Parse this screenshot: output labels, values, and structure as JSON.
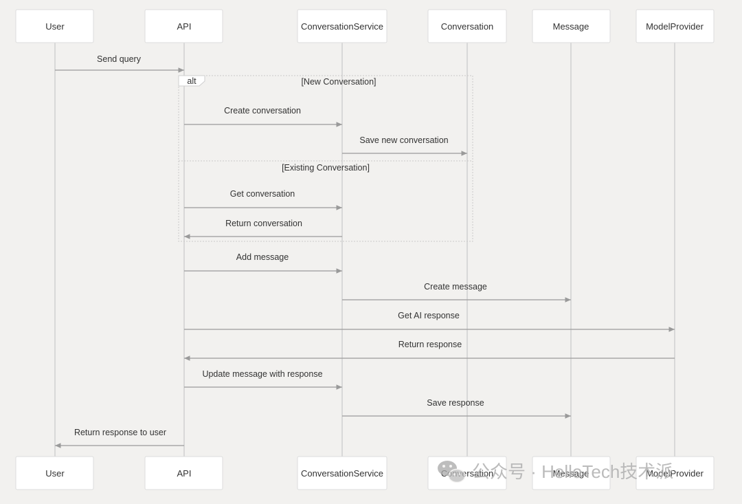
{
  "diagram": {
    "participants": [
      {
        "id": "user",
        "label": "User"
      },
      {
        "id": "api",
        "label": "API"
      },
      {
        "id": "service",
        "label": "ConversationService"
      },
      {
        "id": "conversation",
        "label": "Conversation"
      },
      {
        "id": "message",
        "label": "Message"
      },
      {
        "id": "provider",
        "label": "ModelProvider"
      }
    ],
    "messages": [
      {
        "from": "user",
        "to": "api",
        "label": "Send query"
      },
      {
        "from": "api",
        "to": "service",
        "label": "Create conversation"
      },
      {
        "from": "service",
        "to": "conversation",
        "label": "Save new conversation"
      },
      {
        "from": "api",
        "to": "service",
        "label": "Get conversation"
      },
      {
        "from": "service",
        "to": "api",
        "label": "Return conversation"
      },
      {
        "from": "api",
        "to": "service",
        "label": "Add message"
      },
      {
        "from": "service",
        "to": "message",
        "label": "Create message"
      },
      {
        "from": "api",
        "to": "provider",
        "label": "Get AI response"
      },
      {
        "from": "provider",
        "to": "api",
        "label": "Return response"
      },
      {
        "from": "api",
        "to": "service",
        "label": "Update message with response"
      },
      {
        "from": "service",
        "to": "message",
        "label": "Save response"
      },
      {
        "from": "api",
        "to": "user",
        "label": "Return response to user"
      }
    ],
    "alt_frame": {
      "operator": "alt",
      "sections": [
        "[New Conversation]",
        "[Existing Conversation]"
      ]
    }
  },
  "watermark": {
    "text": "公众号 · HelloTech技术派",
    "icon": "wechat-icon"
  }
}
